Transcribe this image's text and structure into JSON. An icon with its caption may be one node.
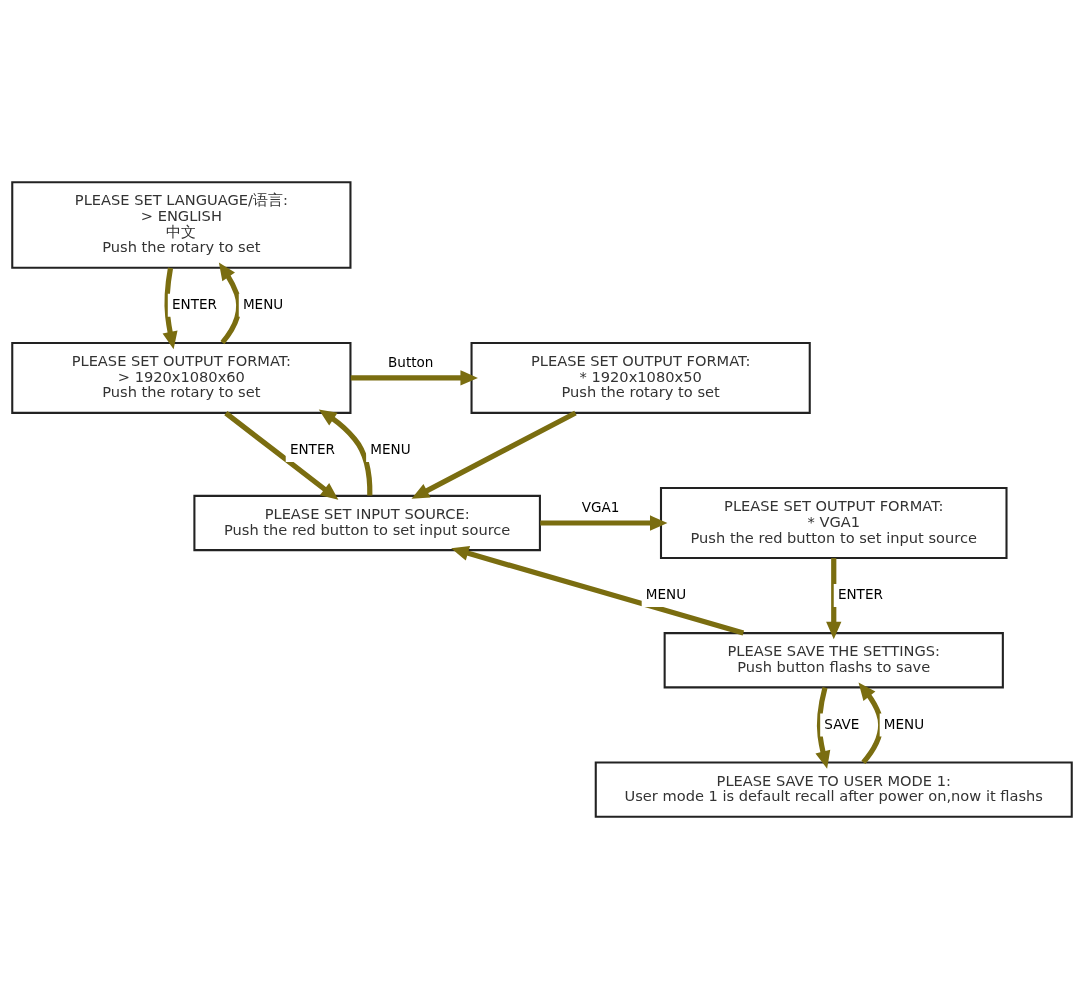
{
  "diagram": {
    "nodes": [
      {
        "text": [
          "PLEASE SET LANGUAGE/语言:",
          "> ENGLISH",
          "中文",
          "Push the rotary to set"
        ]
      },
      {
        "text": [
          "PLEASE SET OUTPUT FORMAT:",
          "> 1920x1080x60",
          "Push the rotary to set"
        ]
      },
      {
        "text": [
          "PLEASE SET OUTPUT FORMAT:",
          "* 1920x1080x50",
          "Push the rotary to set"
        ]
      },
      {
        "text": [
          "PLEASE SET INPUT SOURCE:",
          "Push the red button to set input source"
        ]
      },
      {
        "text": [
          "PLEASE SET OUTPUT FORMAT:",
          "* VGA1",
          "Push the red button to set input source"
        ]
      },
      {
        "text": [
          "PLEASE SAVE THE SETTINGS:",
          "Push button flashs to save"
        ]
      },
      {
        "text": [
          "PLEASE SAVE TO USER MODE 1:",
          "User mode 1 is default recall after power on,now it flashs"
        ]
      }
    ],
    "edges": [
      {
        "from": 1,
        "to": 0,
        "arrow": "to",
        "label": "MENU"
      },
      {
        "from": 0,
        "to": 1,
        "arrow": "to",
        "label": "ENTER"
      },
      {
        "from": 1,
        "to": 2,
        "arrow": "to",
        "label": "Button"
      },
      {
        "from": 1,
        "to": 3,
        "arrow": "to",
        "label": "ENTER"
      },
      {
        "from": 3,
        "to": 1,
        "arrow": "to",
        "label": "MENU"
      },
      {
        "from": 2,
        "to": 3,
        "arrow": "to"
      },
      {
        "from": 3,
        "to": 4,
        "arrow": "to",
        "label": "VGA1"
      },
      {
        "from": 5,
        "to": 3,
        "arrow": "to",
        "label": "MENU"
      },
      {
        "from": 4,
        "to": 5,
        "arrow": "to",
        "label": "ENTER"
      },
      {
        "from": 6,
        "to": 5,
        "arrow": "to",
        "label": "MENU"
      },
      {
        "from": 5,
        "to": 6,
        "arrow": "to",
        "label": "SAVE"
      }
    ]
  }
}
